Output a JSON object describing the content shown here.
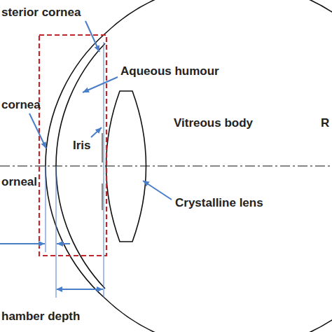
{
  "diagram": {
    "labels": [
      "sterior cornea",
      "Aqueous humour",
      "cornea",
      "Iris",
      "Vitreous body",
      "R",
      "orneal",
      "Crystalline lens",
      "hamber depth"
    ]
  }
}
